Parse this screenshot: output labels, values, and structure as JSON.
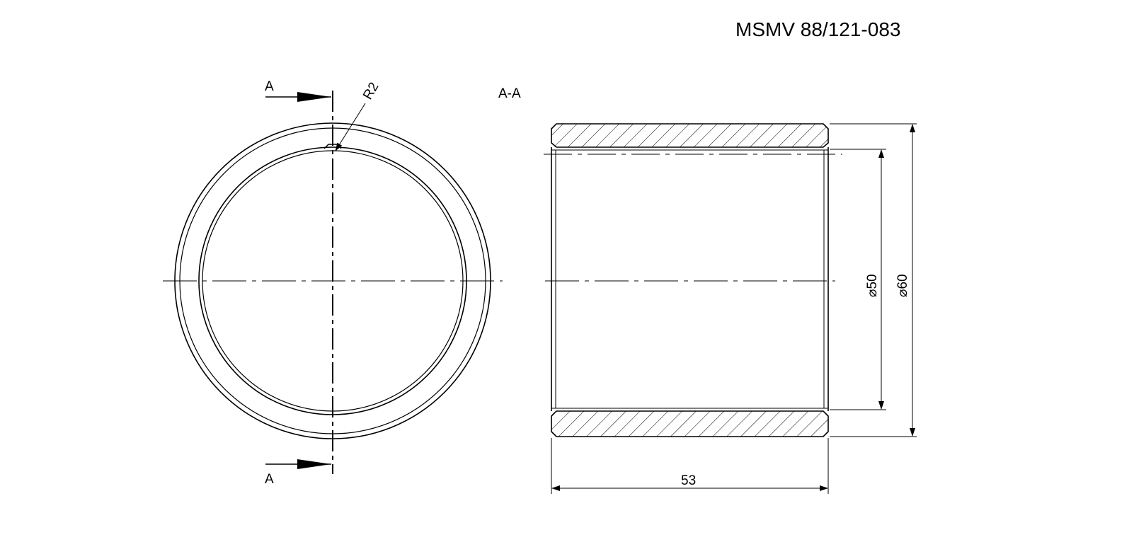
{
  "document_number": "MSMV 88/121-083",
  "section_view_label": "A-A",
  "section_markers": {
    "top": "A",
    "bottom": "A"
  },
  "dimensions": {
    "radius": "R2",
    "inner_diameter": "⌀50",
    "outer_diameter": "⌀60",
    "length": "53"
  },
  "colors": {
    "line": "#000000",
    "background": "#ffffff"
  }
}
